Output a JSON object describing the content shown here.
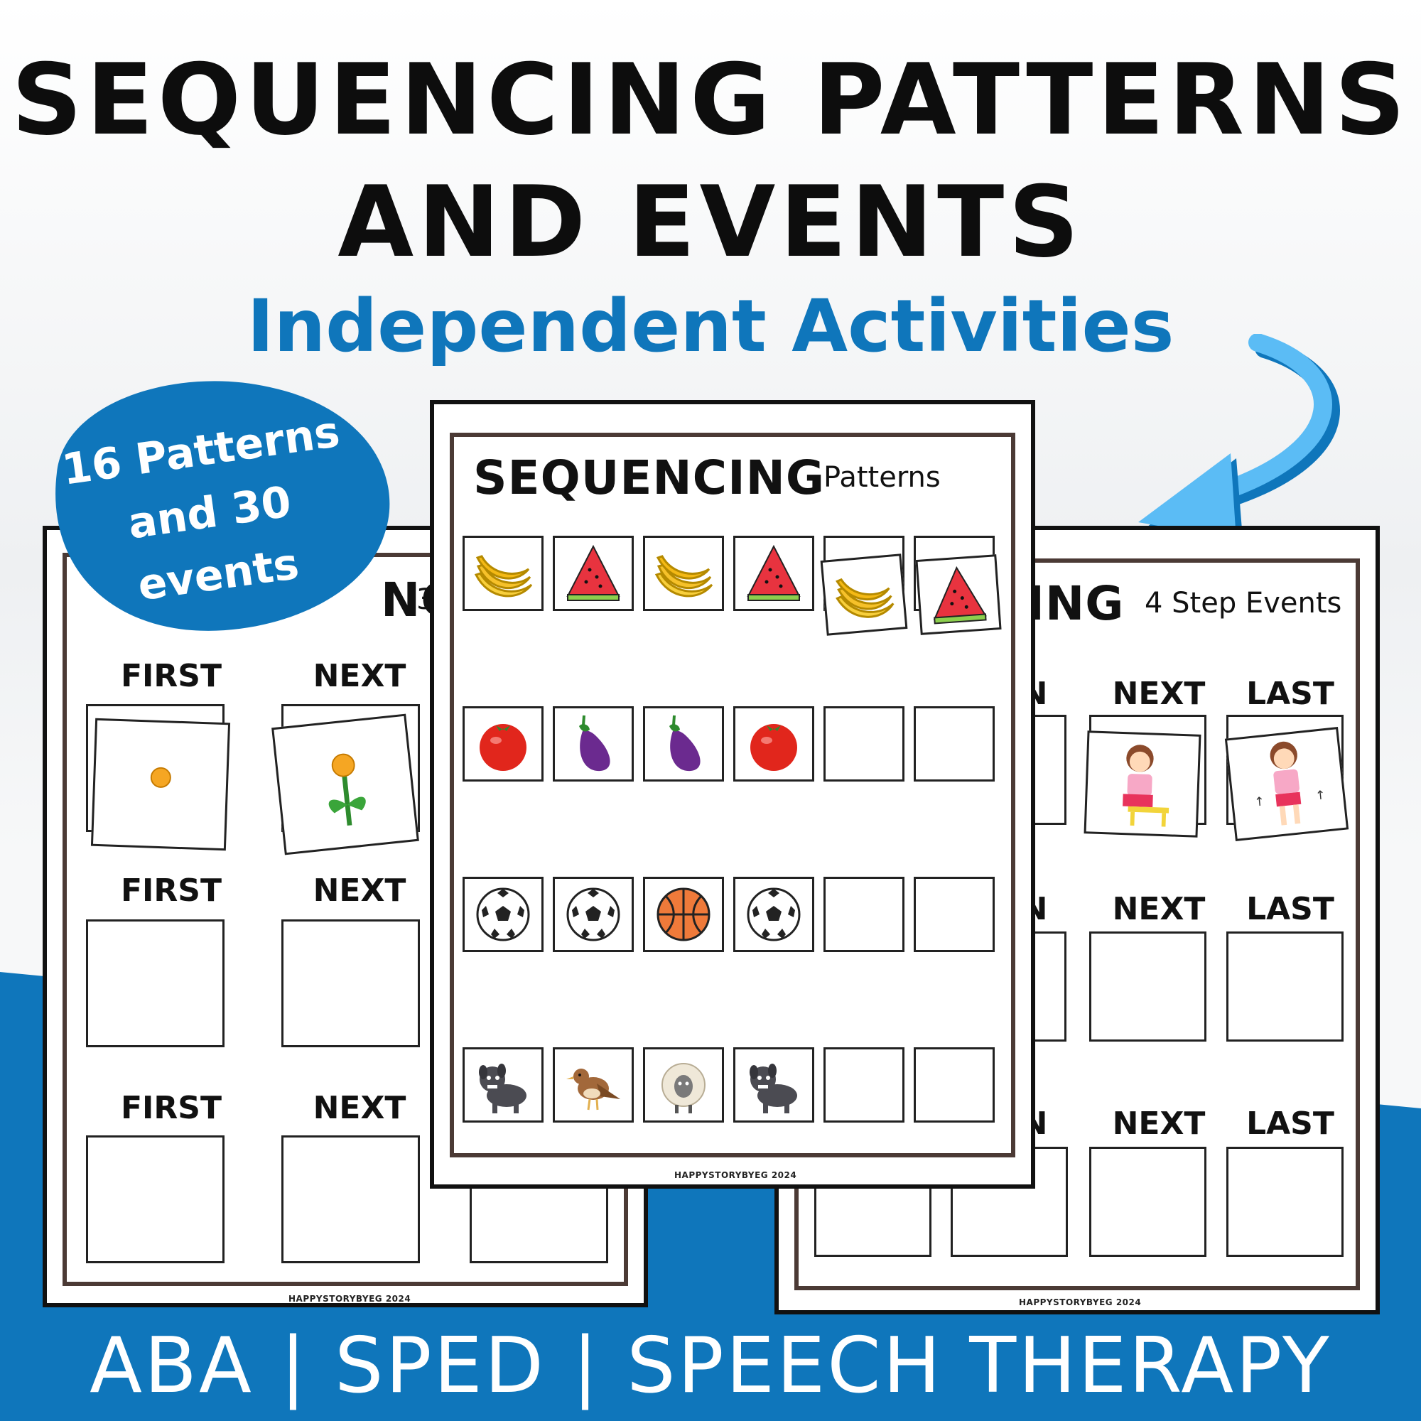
{
  "header": {
    "title_line1": "SEQUENCING PATTERNS",
    "title_line2": "AND EVENTS",
    "subtitle": "Independent Activities"
  },
  "badge": {
    "line1": "16 Patterns",
    "line2": "and 30",
    "line3": "events"
  },
  "left_sheet": {
    "header_visible": "NG",
    "header_sub_visible": "3",
    "row_labels": [
      {
        "first": "FIRST",
        "next": "NEXT"
      },
      {
        "first": "FIRST",
        "next": "NEXT"
      },
      {
        "first": "FIRST",
        "next": "NEXT"
      }
    ],
    "watermark": "HAPPYSTORYBYEG 2024"
  },
  "middle_sheet": {
    "title": "SEQUENCING",
    "subtitle": "Patterns",
    "rows": [
      [
        "banana-icon",
        "watermelon-icon",
        "banana-icon",
        "watermelon-icon",
        "banana-card",
        "watermelon-card"
      ],
      [
        "tomato-icon",
        "eggplant-icon",
        "eggplant-icon",
        "tomato-icon",
        "",
        ""
      ],
      [
        "soccer-ball-icon",
        "soccer-ball-icon",
        "basketball-icon",
        "soccer-ball-icon",
        "",
        ""
      ],
      [
        "dog-icon",
        "bird-icon",
        "sheep-icon",
        "dog-icon",
        "",
        ""
      ]
    ],
    "watermark": "HAPPYSTORYBYEG 2024"
  },
  "right_sheet": {
    "header_visible": "CING",
    "header_sub": "4 Step Events",
    "row_labels": [
      {
        "partial": "N",
        "next": "NEXT",
        "last": "LAST"
      },
      {
        "partial": "N",
        "next": "NEXT",
        "last": "LAST"
      },
      {
        "partial": "N",
        "next": "NEXT",
        "last": "LAST"
      }
    ],
    "watermark": "HAPPYSTORYBYEG 2024"
  },
  "footer": {
    "text": "ABA | SPED | SPEECH THERAPY"
  },
  "colors": {
    "brand_blue": "#0f76bb",
    "arrow_blue": "#5bbcf5",
    "frame_brown": "#4b3a35"
  }
}
